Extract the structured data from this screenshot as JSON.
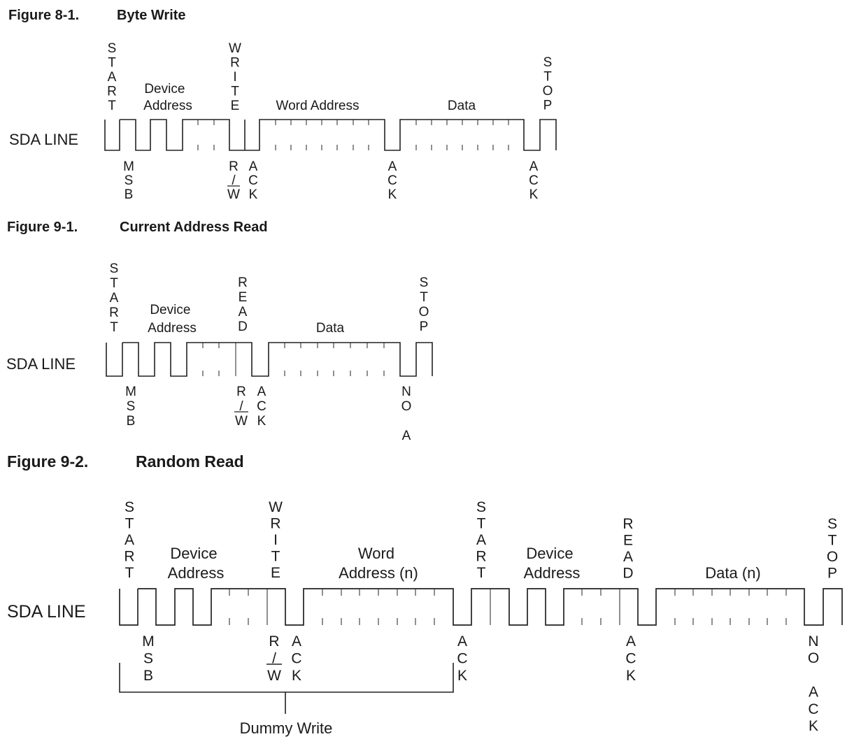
{
  "figures": [
    {
      "id": "byte-write",
      "number": "Figure 8-1.",
      "title": "Byte Write",
      "line_label": "SDA LINE",
      "above": [
        {
          "kind": "vertical",
          "text": "START"
        },
        {
          "kind": "horizontal",
          "lines": [
            "Device",
            "Address"
          ]
        },
        {
          "kind": "vertical",
          "text": "WRITE"
        },
        {
          "kind": "horizontal",
          "lines": [
            "Word Address"
          ]
        },
        {
          "kind": "horizontal",
          "lines": [
            "Data"
          ]
        },
        {
          "kind": "vertical",
          "text": "STOP"
        }
      ],
      "below": [
        {
          "text": "MSB"
        },
        {
          "text": "R/W"
        },
        {
          "text": "ACK"
        },
        {
          "text": "ACK"
        },
        {
          "text": "ACK"
        }
      ]
    },
    {
      "id": "current-address-read",
      "number": "Figure 9-1.",
      "title": "Current Address Read",
      "line_label": "SDA LINE",
      "above": [
        {
          "kind": "vertical",
          "text": "START"
        },
        {
          "kind": "horizontal",
          "lines": [
            "Device",
            "Address"
          ]
        },
        {
          "kind": "vertical",
          "text": "READ"
        },
        {
          "kind": "horizontal",
          "lines": [
            "Data"
          ]
        },
        {
          "kind": "vertical",
          "text": "STOP"
        }
      ],
      "below": [
        {
          "text": "MSB"
        },
        {
          "text": "R/W"
        },
        {
          "text": "ACK"
        },
        {
          "text": "NO A"
        }
      ]
    },
    {
      "id": "random-read",
      "number": "Figure 9-2.",
      "title": "Random Read",
      "line_label": "SDA LINE",
      "above": [
        {
          "kind": "vertical",
          "text": "START"
        },
        {
          "kind": "horizontal",
          "lines": [
            "Device",
            "Address"
          ]
        },
        {
          "kind": "vertical",
          "text": "WRITE"
        },
        {
          "kind": "horizontal",
          "lines": [
            "Word",
            "Address (n)"
          ]
        },
        {
          "kind": "vertical",
          "text": "START"
        },
        {
          "kind": "horizontal",
          "lines": [
            "Device",
            "Address"
          ]
        },
        {
          "kind": "vertical",
          "text": "READ"
        },
        {
          "kind": "horizontal",
          "lines": [
            "Data (n)"
          ]
        },
        {
          "kind": "vertical",
          "text": "STOP"
        }
      ],
      "below": [
        {
          "text": "MSB"
        },
        {
          "text": "R/W"
        },
        {
          "text": "ACK"
        },
        {
          "text": "ACK"
        },
        {
          "text": "ACK"
        },
        {
          "text": "NO ACK"
        }
      ],
      "brace_label": "Dummy Write"
    }
  ]
}
